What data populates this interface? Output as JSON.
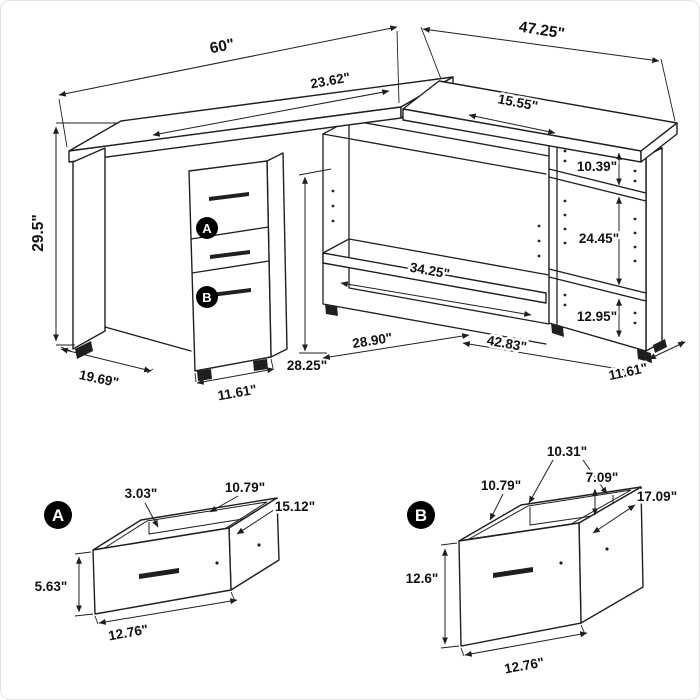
{
  "colors": {
    "line": "#1f1f1f",
    "background": "#ffffff",
    "badge": "#000000"
  },
  "drawing": {
    "main": {
      "badge_a": "A",
      "badge_b": "B",
      "dims": {
        "width_left": "60\"",
        "width_right": "47.25\"",
        "depth_desktop": "23.62\"",
        "depth_return_top": "15.55\"",
        "height_overall": "29.5\"",
        "shelf_top": "10.39\"",
        "shelf_middle": "24.45\"",
        "shelf_bottom": "12.95\"",
        "shelf_width": "34.25\"",
        "base_depth_left": "19.69\"",
        "pedestal_width": "11.61\"",
        "clearance_height": "28.25\"",
        "base_span_middle": "28.90\"",
        "base_span_right": "42.83\"",
        "base_depth_right": "11.61\""
      }
    },
    "drawer_a": {
      "label": "A",
      "dims": {
        "wall": "3.03\"",
        "inner_width": "10.79\"",
        "depth": "15.12\"",
        "height": "5.63\"",
        "width": "12.76\""
      }
    },
    "drawer_b": {
      "label": "B",
      "dims": {
        "back_width": "10.31\"",
        "rail_depth": "10.79\"",
        "inner_height": "7.09\"",
        "depth": "17.09\"",
        "height": "12.6\"",
        "width": "12.76\""
      }
    }
  }
}
